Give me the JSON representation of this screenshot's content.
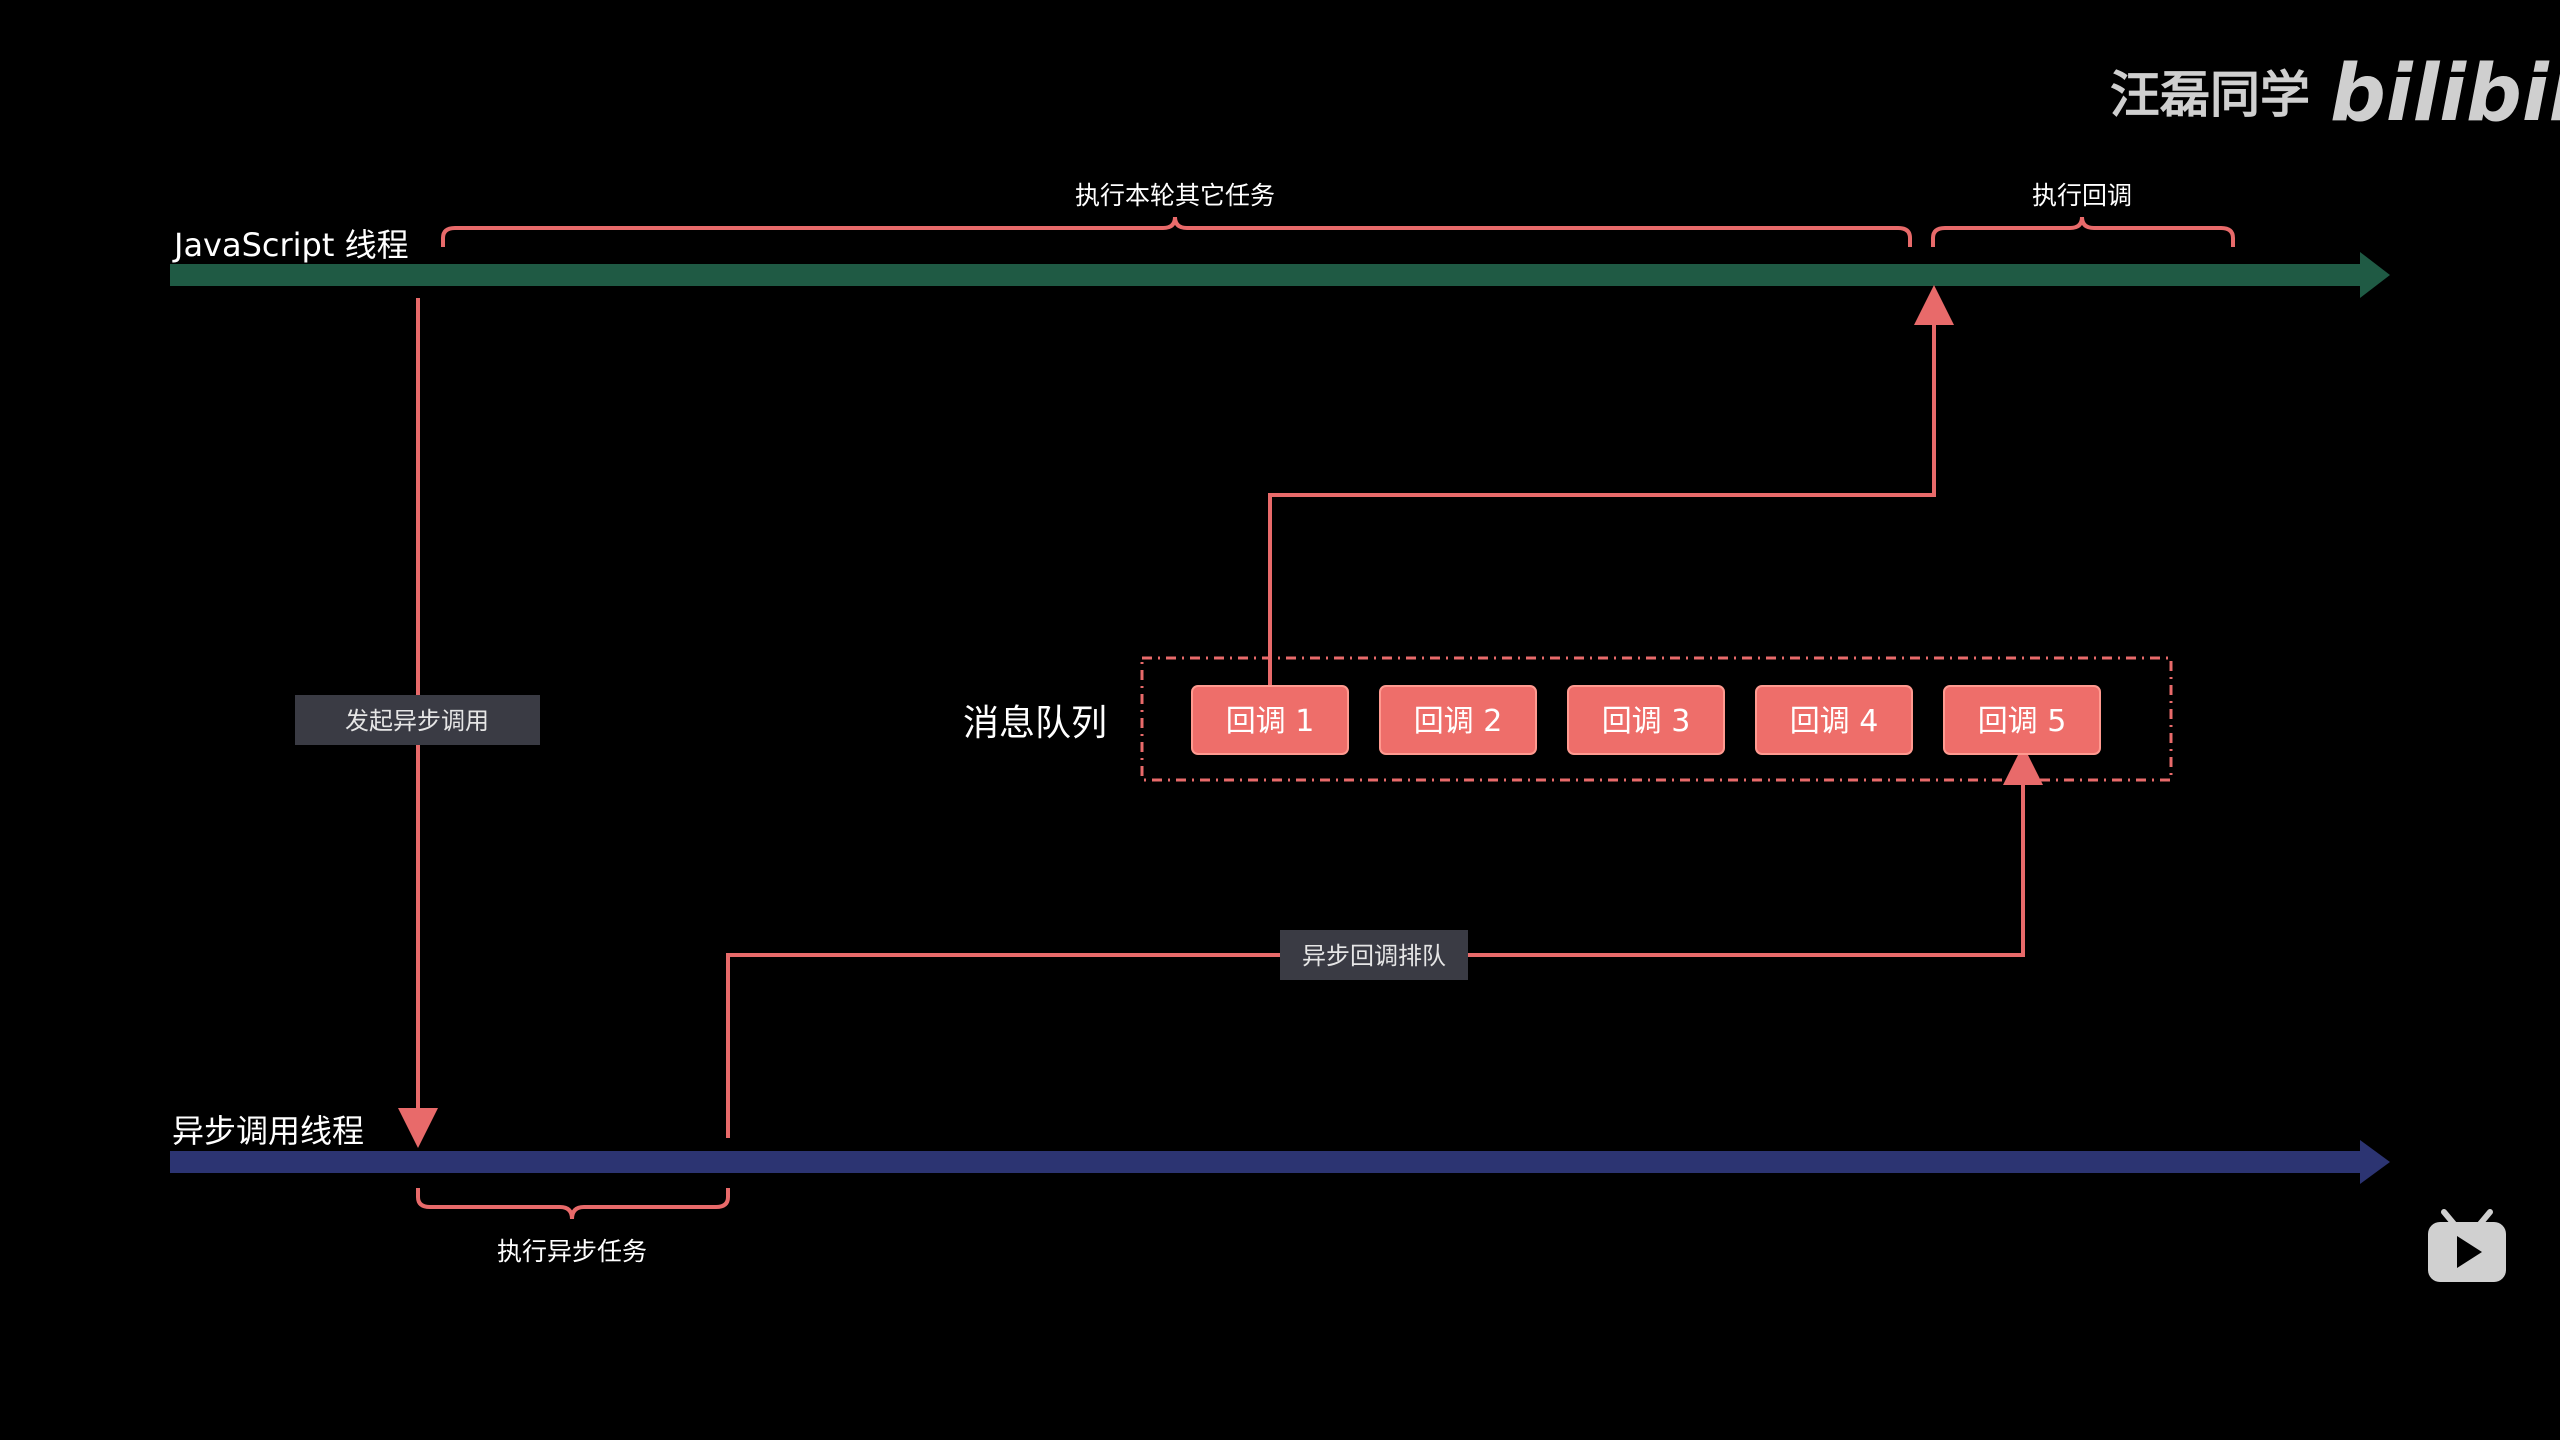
{
  "watermark": {
    "author": "汪磊同学",
    "logo_text": "bilibili"
  },
  "threads": {
    "js_thread_label": "JavaScript 线程",
    "async_thread_label": "异步调用线程"
  },
  "braces": {
    "run_other_tasks": "执行本轮其它任务",
    "run_callback": "执行回调",
    "run_async_task": "执行异步任务"
  },
  "tags": {
    "start_async_call": "发起异步调用",
    "enqueue_callback": "异步回调排队"
  },
  "queue": {
    "label": "消息队列",
    "items": [
      "回调 1",
      "回调 2",
      "回调 3",
      "回调 4",
      "回调 5"
    ]
  },
  "colors": {
    "background": "#000000",
    "js_thread": "#1f5a44",
    "async_thread": "#2c3472",
    "connector": "#e86a6a",
    "queue_box": "#ee6e6a",
    "tag_bg": "#3a3b44",
    "watermark": "#cfcfcf"
  },
  "icons": {
    "player_logo": "bilibili-tv-icon"
  }
}
